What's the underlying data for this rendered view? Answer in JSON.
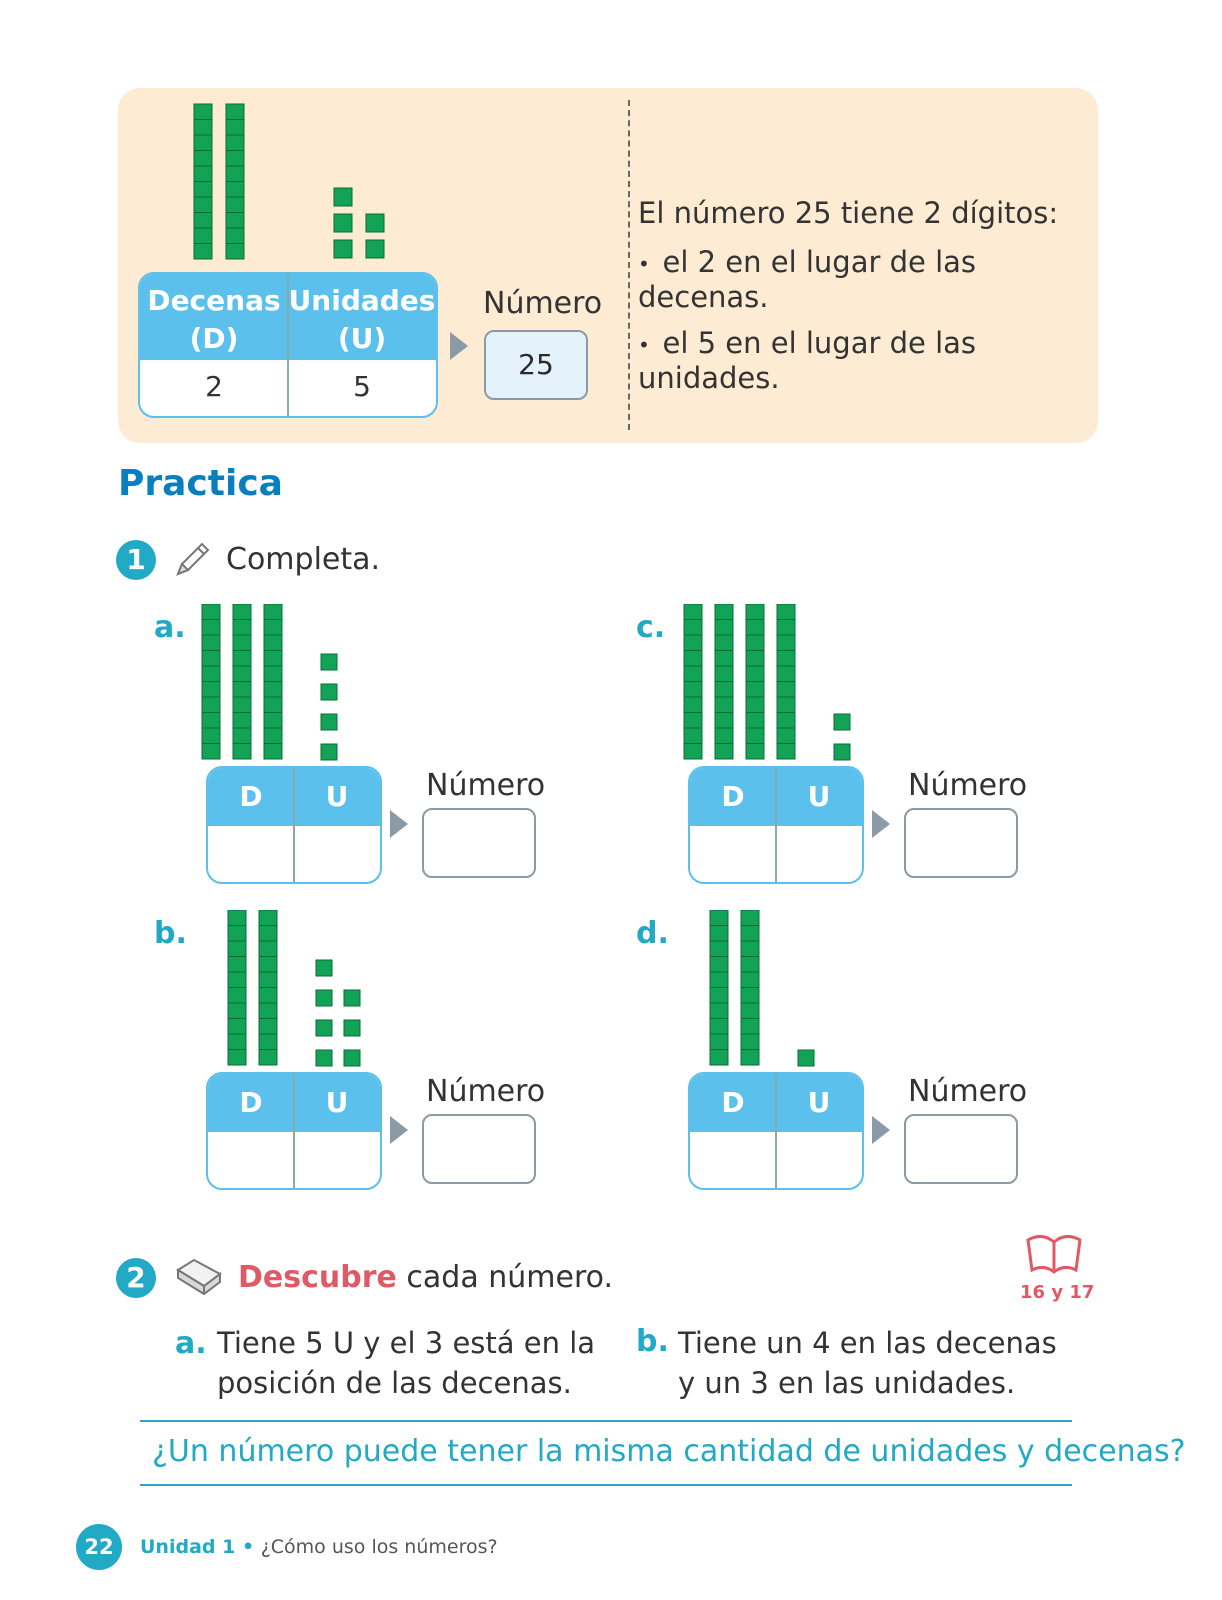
{
  "intro": {
    "table_headers": [
      "Decenas",
      "(D)",
      "Unidades",
      "(U)"
    ],
    "tens": "2",
    "units": "5",
    "number_label": "Número",
    "number_value": "25",
    "explanation_title": "El número 25 tiene 2 dígitos:",
    "bullets": [
      "el 2 en el lugar de las decenas.",
      "el 5 en el lugar de las unidades."
    ],
    "rods": 2,
    "cubes": 5
  },
  "practice": {
    "title": "Practica",
    "step1_number": "1",
    "step1_instruction": "Completa.",
    "exercises": [
      {
        "letter": "a.",
        "rods": 3,
        "cubes": 4,
        "col_d": "D",
        "col_u": "U",
        "number_label": "Número"
      },
      {
        "letter": "b.",
        "rods": 2,
        "cubes": 7,
        "col_d": "D",
        "col_u": "U",
        "number_label": "Número"
      },
      {
        "letter": "c.",
        "rods": 4,
        "cubes": 2,
        "col_d": "D",
        "col_u": "U",
        "number_label": "Número"
      },
      {
        "letter": "d.",
        "rods": 2,
        "cubes": 1,
        "col_d": "D",
        "col_u": "U",
        "number_label": "Número"
      }
    ],
    "step2_number": "2",
    "step2_highlight": "Descubre",
    "step2_rest": " cada número.",
    "book_ref": "16 y 17",
    "riddles": [
      {
        "letter": "a.",
        "line1": "Tiene 5 U y el 3 está en la",
        "line2": "posición de las decenas."
      },
      {
        "letter": "b.",
        "line1": "Tiene un 4 en las decenas",
        "line2": "y un 3 en las unidades."
      }
    ],
    "question": "¿Un número puede tener la misma cantidad de unidades y decenas?"
  },
  "footer": {
    "page": "22",
    "unit": "Unidad 1",
    "separator": " • ",
    "subtitle": "¿Cómo uso los números?"
  },
  "colors": {
    "accent": "#21a9c5",
    "title_blue": "#0a7fc0",
    "header_blue": "#5bc0ec",
    "green": "#13a356",
    "red": "#e05a66",
    "intro_bg": "#fdebd3"
  }
}
